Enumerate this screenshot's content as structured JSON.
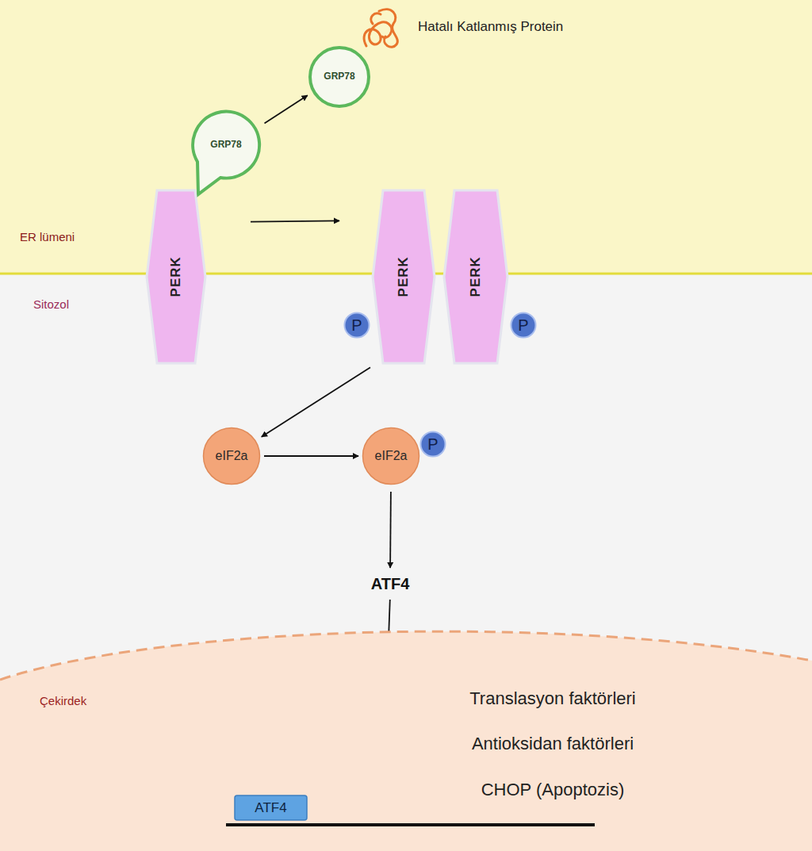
{
  "diagram": {
    "nodes": [
      {
        "text": [
          "GRP78"
        ]
      },
      {
        "text": [
          "GRP78"
        ]
      },
      {
        "text": [
          "PERK"
        ]
      },
      {
        "text": [
          "PERK"
        ]
      },
      {
        "text": [
          "PERK"
        ]
      },
      {
        "text": [
          "P"
        ]
      },
      {
        "text": [
          "P"
        ]
      },
      {
        "text": [
          "eIF2a"
        ]
      },
      {
        "text": [
          "eIF2a"
        ]
      },
      {
        "text": [
          "P"
        ]
      },
      {
        "text": [
          "ATF4"
        ]
      },
      {
        "text": [
          "Çekirdek"
        ]
      },
      {
        "text": [
          "ATF4"
        ],
        "in": 11
      },
      {
        "text": [
          "Translasyon faktörleri",
          "Antioksidan faktörleri",
          "CHOP (Apoptozis)"
        ],
        "in": 11
      }
    ],
    "edges": [
      {
        "from": 0,
        "to": 1,
        "arrow": "to"
      },
      {
        "from": 2,
        "to": 3,
        "arrow": "to"
      },
      {
        "from": 3,
        "to": 7,
        "arrow": "to"
      },
      {
        "from": 7,
        "to": 8,
        "arrow": "to"
      },
      {
        "from": 8,
        "to": 10,
        "arrow": "to"
      },
      {
        "from": 10,
        "to": 11,
        "arrow": "to"
      },
      {
        "from": 12,
        "to": 13,
        "arrow": "to"
      }
    ],
    "labels": [
      "Hatalı Katlanmış Protein",
      "ER lümeni",
      "Sitozol"
    ]
  }
}
